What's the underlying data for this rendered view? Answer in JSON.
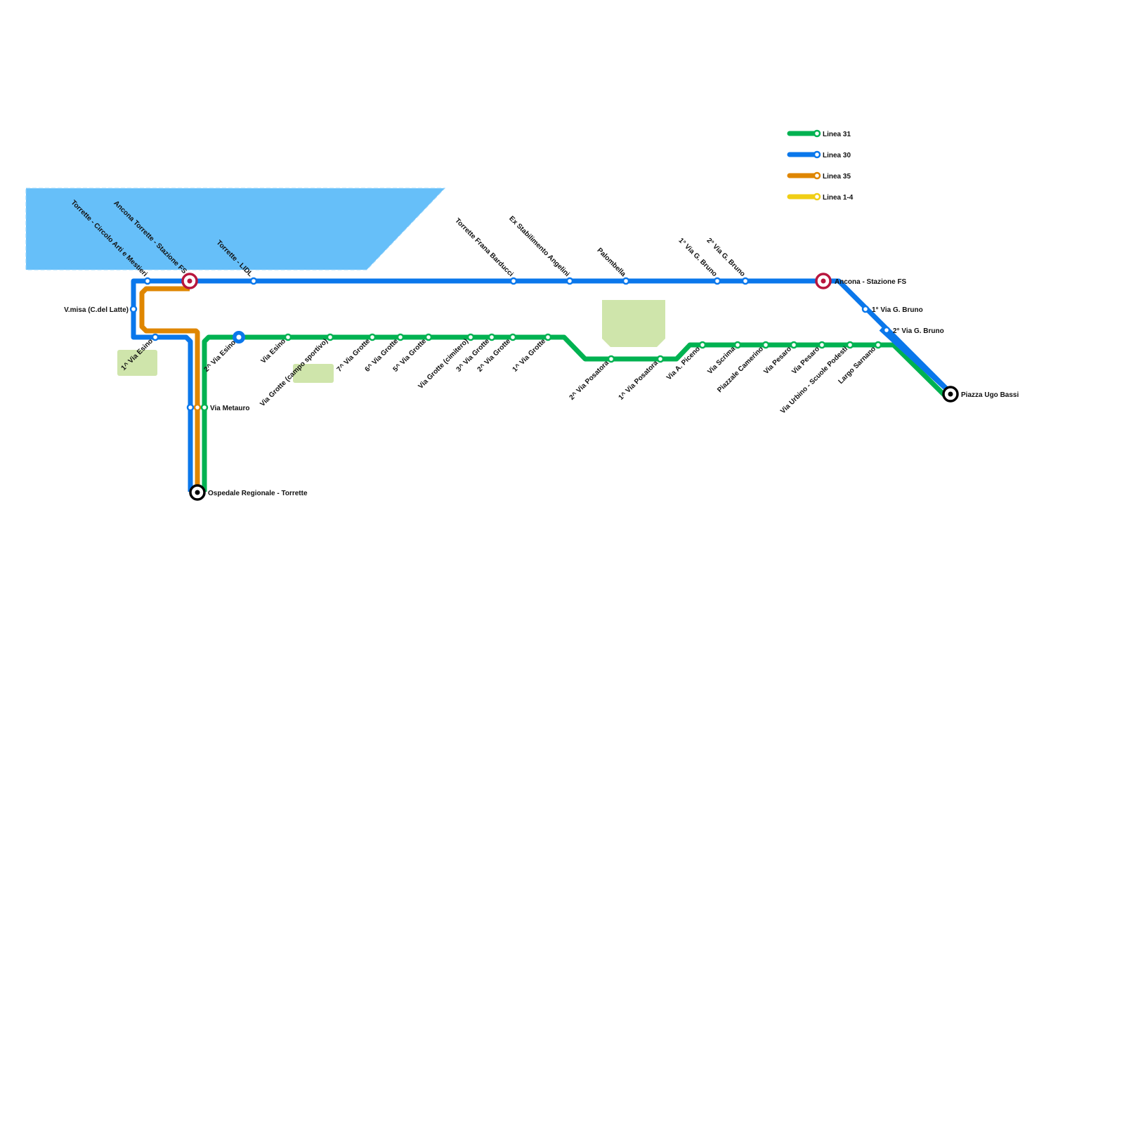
{
  "colors": {
    "linea31": "#00b251",
    "linea30": "#0a77eb",
    "linea35": "#df8600",
    "linea14": "#f0ce15",
    "water": "#66bff9",
    "park": "#cfe5ab",
    "interchange": "#b8163e",
    "terminus": "#000000"
  },
  "legend": [
    {
      "label": "Linea 31",
      "line": "linea31"
    },
    {
      "label": "Linea 30",
      "line": "linea30"
    },
    {
      "label": "Linea 35",
      "line": "linea35"
    },
    {
      "label": "Linea 1-4",
      "line": "linea14"
    }
  ],
  "stations": {
    "circolo_arti": "Torrette - Circolo Arti e Mestieri",
    "ancona_torrette": "Ancona Torrette - Stazione FS",
    "torrette_lidl": "Torrette - LIDL",
    "vmisa": "V.misa (C.del Latte)",
    "via_esino_1": "1^ Via Esino",
    "via_esino_2": "2^ Via Esino",
    "via_esino": "Via Esino",
    "via_grotte_campo": "Via Grotte (campo sportivo)",
    "via_grotte_7": "7^ Via Grotte",
    "via_grotte_6": "6^ Via Grotte",
    "via_grotte_5": "5^ Via Grotte",
    "via_grotte_cimitero": "Via Grotte (cimitero)",
    "via_grotte_3": "3^ Via Grotte",
    "via_grotte_2": "2^ Via Grotte",
    "via_grotte_1": "1^ Via Grotte",
    "via_posatora_2": "2^ Via Posatora",
    "via_posatora_1": "1^ Via Posatora",
    "via_piceno": "Via A. Piceno",
    "via_scrima": "Via Scrima",
    "piazzale_camerino": "Piazzale Camerino",
    "via_pesaro_a": "Via Pesaro",
    "via_pesaro_b": "Via Pesaro",
    "via_urbino": "Via Urbino - Scuole Podesti",
    "largo_sarnano": "Largo Sarnano",
    "via_metauro": "Via Metauro",
    "ospedale": "Ospedale Regionale - Torrette",
    "frana_barducci": "Torrette Frana Barducci",
    "ex_angelini": "Ex Stabilimento Angelini",
    "palombella": "Palombella",
    "gbruno_1_top": "1° Via G. Bruno",
    "gbruno_2_top": "2° Via G. Bruno",
    "ancona_fs": "Ancona - Stazione FS",
    "gbruno_1_right": "1° Via G. Bruno",
    "gbruno_2_right": "2° Via G. Bruno",
    "piazza_ugo_bassi": "Piazza Ugo Bassi"
  }
}
